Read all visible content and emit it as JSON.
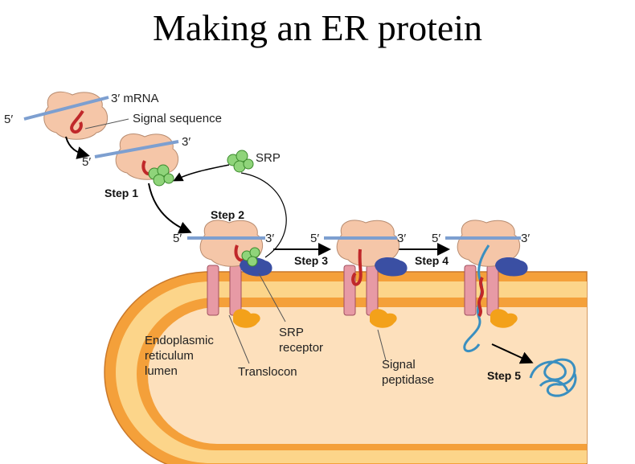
{
  "title": "Making an ER protein",
  "labels": {
    "mrna": "3′ mRNA",
    "five_prime": "5′",
    "three_prime": "3′",
    "signal_sequence": "Signal sequence",
    "srp": "SRP",
    "step1": "Step 1",
    "step2": "Step 2",
    "step3": "Step 3",
    "step4": "Step 4",
    "step5": "Step 5",
    "er_lumen": [
      "Endoplasmic",
      "reticulum",
      "lumen"
    ],
    "translocon": "Translocon",
    "srp_receptor": [
      "SRP",
      "receptor"
    ],
    "signal_peptidase": [
      "Signal",
      "peptidase"
    ]
  },
  "colors": {
    "ribosome": "#f5c6a8",
    "ribosome_outline": "#b88c70",
    "mrna": "#7d9fd0",
    "signal_peptide": "#c0282a",
    "srp": "#8fd47a",
    "srp_receptor": "#3a4fa3",
    "translocon": "#e79aa5",
    "peptidase": "#f3a11a",
    "membrane_outer": "#f4a03a",
    "membrane_inner": "#fcd58a",
    "lumen": "#fde0bc",
    "protein": "#3a8fc0"
  }
}
